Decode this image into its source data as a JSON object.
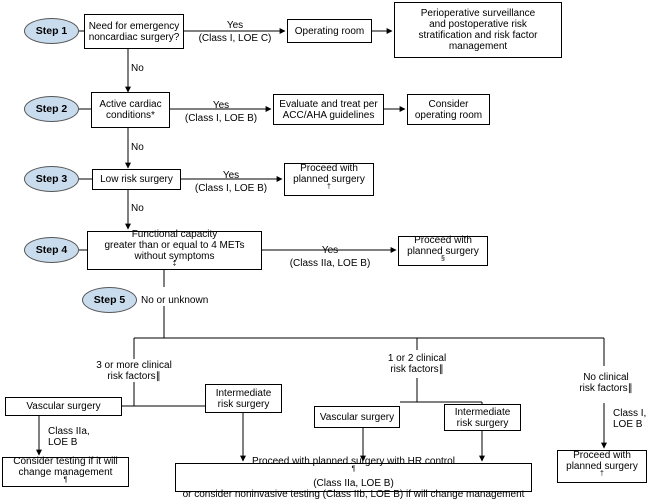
{
  "steps": {
    "s1": "Step 1",
    "s2": "Step 2",
    "s3": "Step 3",
    "s4": "Step 4",
    "s5": "Step 5"
  },
  "boxes": {
    "emergency": [
      "Need for emergency",
      "noncardiac surgery?"
    ],
    "operating_room": "Operating room",
    "perioperative": [
      "Perioperative surveillance",
      "and postoperative risk",
      "stratification and risk factor",
      "management"
    ],
    "active_cardiac": [
      "Active cardiac",
      "conditions*"
    ],
    "evaluate_treat": [
      "Evaluate and treat per",
      "ACC/AHA guidelines"
    ],
    "consider_or": [
      "Consider",
      "operating room"
    ],
    "low_risk": "Low risk surgery",
    "proceed_3": [
      "Proceed with",
      "planned surgery"
    ],
    "proceed_3_mark": "†",
    "functional": [
      "Functional capacity",
      "greater than or equal to 4 METs",
      "without symptoms"
    ],
    "functional_mark": "‡",
    "proceed_4": [
      "Proceed with",
      "planned surgery"
    ],
    "proceed_4_mark": "§",
    "vascular_left": "Vascular surgery",
    "intermediate_left": [
      "Intermediate",
      "risk surgery"
    ],
    "consider_testing": [
      "Consider testing if it will",
      "change management"
    ],
    "consider_testing_mark": "¶",
    "vascular_mid": "Vascular surgery",
    "intermediate_mid": [
      "Intermediate",
      "risk surgery"
    ],
    "proceed_hr_1a": "Proceed with planned surgery with HR control",
    "proceed_hr_1mark": "¶",
    "proceed_hr_1b": " (Class IIa, LOE B)",
    "proceed_hr_2": "or consider noninvasive testing (Class IIb, LOE B) if will change management",
    "proceed_right": [
      "Proceed with",
      "planned surgery"
    ],
    "proceed_right_mark": "†"
  },
  "labels": {
    "yes1": [
      "Yes",
      "(Class I, LOE C)"
    ],
    "no1": "No",
    "yes2": [
      "Yes",
      "(Class I, LOE B)"
    ],
    "no2": "No",
    "yes3": [
      "Yes",
      "(Class I, LOE B)"
    ],
    "no3": "No",
    "yes4": [
      "Yes",
      "(Class IIa, LOE B)"
    ],
    "no_unknown": "No or unknown",
    "three_more": [
      "3 or more clinical",
      "risk factors"
    ],
    "three_more_mark": "∥",
    "one_two": [
      "1 or 2 clinical",
      "risk factors"
    ],
    "one_two_mark": "∥",
    "no_clinical": [
      "No clinical",
      "risk factors"
    ],
    "no_clinical_mark": "∥",
    "class_iia": [
      "Class IIa,",
      "LOE B"
    ],
    "class_i": [
      "Class I,",
      "LOE B"
    ]
  }
}
